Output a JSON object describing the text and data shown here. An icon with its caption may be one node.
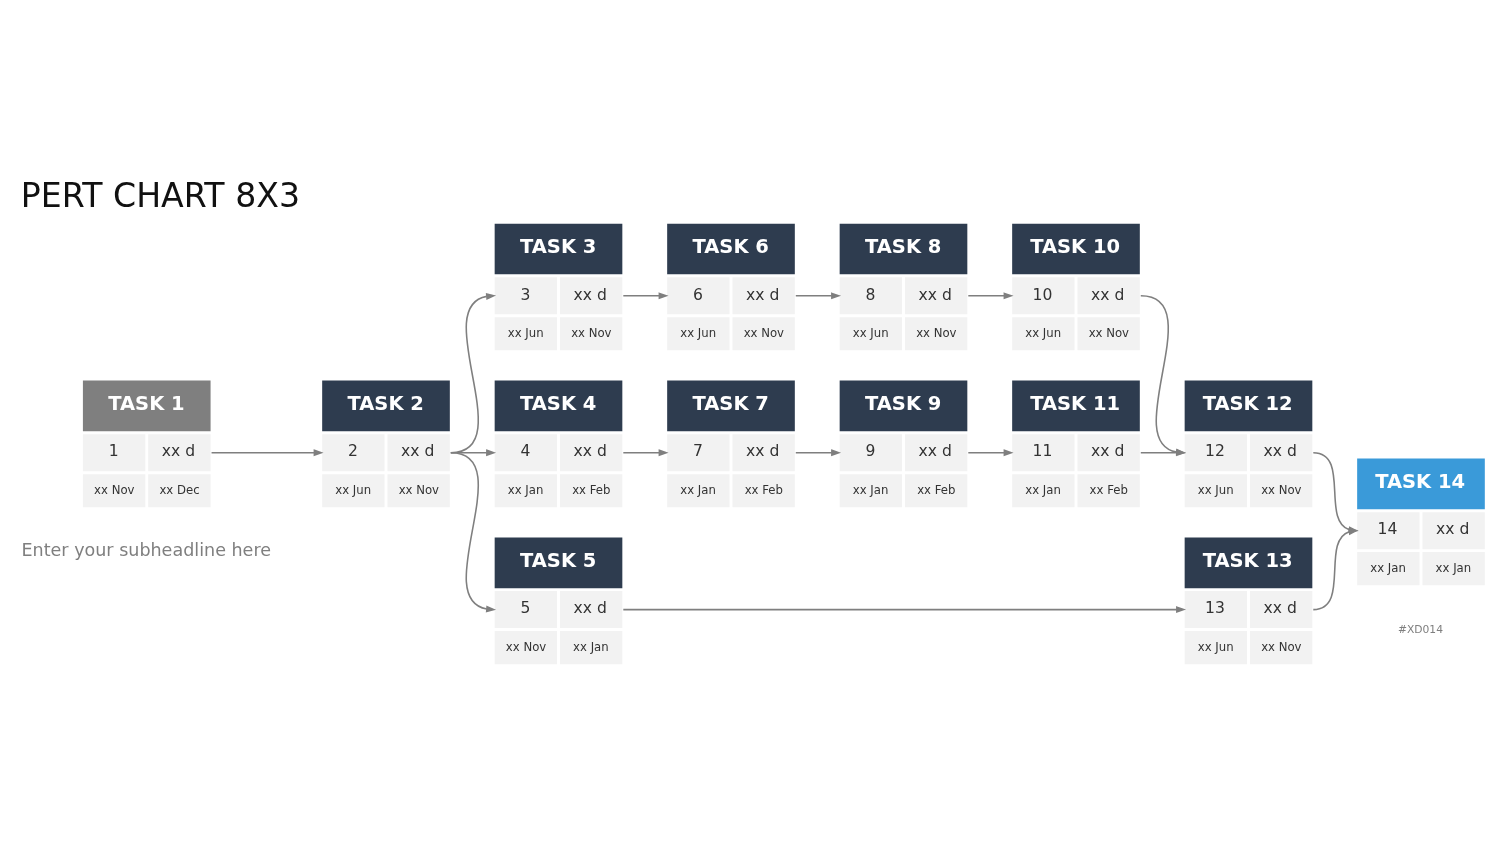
{
  "diagram": {
    "title": "PERT CHART 8X3",
    "nodes": [
      {
        "text": [
          "TASK 1",
          "1",
          "xx d",
          "xx Nov",
          "xx Dec"
        ]
      },
      {
        "text": [
          "TASK 2",
          "2",
          "xx d",
          "xx Jun",
          "xx Nov"
        ]
      },
      {
        "text": [
          "TASK 3",
          "3",
          "xx d",
          "xx Jun",
          "xx Nov"
        ]
      },
      {
        "text": [
          "TASK 4",
          "4",
          "xx d",
          "xx Jan",
          "xx Feb"
        ]
      },
      {
        "text": [
          "TASK 5",
          "5",
          "xx d",
          "xx Nov",
          "xx Jan"
        ]
      },
      {
        "text": [
          "TASK 6",
          "6",
          "xx d",
          "xx Jun",
          "xx Nov"
        ]
      },
      {
        "text": [
          "TASK 7",
          "7",
          "xx d",
          "xx Jan",
          "xx Feb"
        ]
      },
      {
        "text": [
          "TASK 8",
          "8",
          "xx d",
          "xx Jun",
          "xx Nov"
        ]
      },
      {
        "text": [
          "TASK 9",
          "9",
          "xx d",
          "xx Jan",
          "xx Feb"
        ]
      },
      {
        "text": [
          "TASK 10",
          "10",
          "xx d",
          "xx Jun",
          "xx Nov"
        ]
      },
      {
        "text": [
          "TASK 11",
          "11",
          "xx d",
          "xx Jan",
          "xx Feb"
        ]
      },
      {
        "text": [
          "TASK 12",
          "12",
          "xx d",
          "xx Jun",
          "xx Nov"
        ]
      },
      {
        "text": [
          "TASK 13",
          "13",
          "xx d",
          "xx Jun",
          "xx Nov"
        ]
      },
      {
        "text": [
          "TASK 14",
          "14",
          "xx d",
          "xx Jan",
          "xx Jan"
        ]
      }
    ],
    "edges": [
      {
        "from": 0,
        "to": 1,
        "arrow": "to"
      },
      {
        "from": 1,
        "to": 2,
        "arrow": "to"
      },
      {
        "from": 1,
        "to": 3,
        "arrow": "to"
      },
      {
        "from": 1,
        "to": 4,
        "arrow": "to"
      },
      {
        "from": 2,
        "to": 5,
        "arrow": "to"
      },
      {
        "from": 5,
        "to": 7,
        "arrow": "to"
      },
      {
        "from": 7,
        "to": 9,
        "arrow": "to"
      },
      {
        "from": 9,
        "to": 11,
        "arrow": "to"
      },
      {
        "from": 3,
        "to": 6,
        "arrow": "to"
      },
      {
        "from": 6,
        "to": 8,
        "arrow": "to"
      },
      {
        "from": 8,
        "to": 10,
        "arrow": "to"
      },
      {
        "from": 10,
        "to": 11,
        "arrow": "to"
      },
      {
        "from": 11,
        "to": 13,
        "arrow": "to"
      },
      {
        "from": 4,
        "to": 12,
        "arrow": "to"
      },
      {
        "from": 12,
        "to": 13,
        "arrow": "to"
      }
    ],
    "labels": [
      "#XD014",
      "Enter your subheadline here"
    ]
  }
}
